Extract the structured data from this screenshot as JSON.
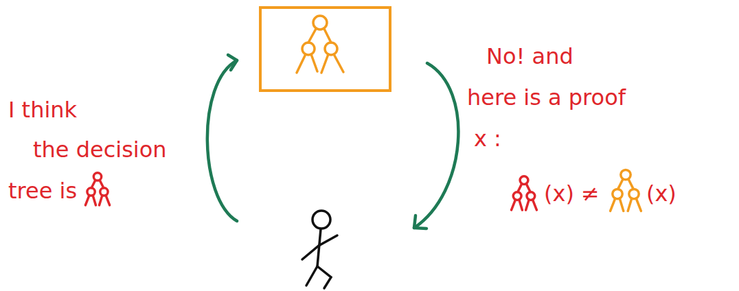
{
  "diagram": {
    "labels": [
      "I think",
      "the decision",
      "tree is",
      "No! and",
      "here is a proof",
      "x :",
      "(x) ≠",
      "(x)"
    ]
  }
}
